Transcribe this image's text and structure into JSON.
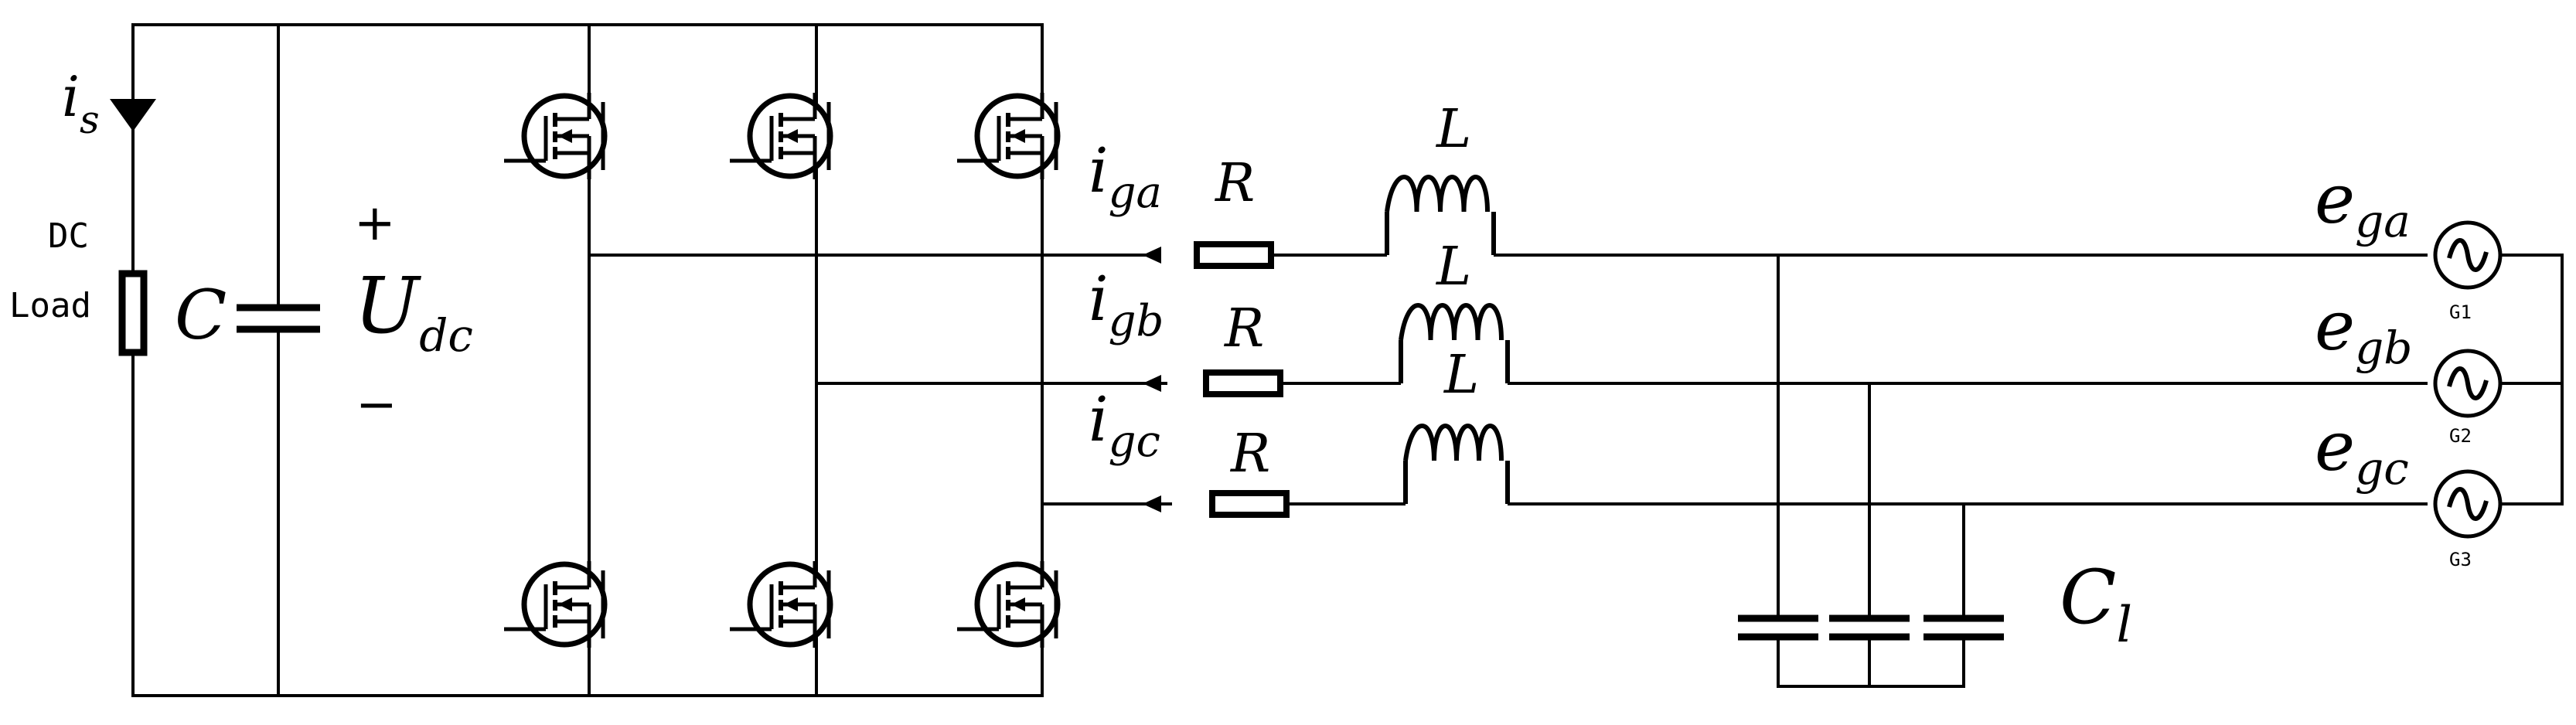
{
  "labels": {
    "source_current": {
      "main": "i",
      "sub": "s"
    },
    "load": {
      "line1": "DC",
      "line2": "Load"
    },
    "capacitor": "C",
    "dc_voltage": {
      "main": "U",
      "sub": "dc",
      "plus": "+",
      "minus": "−"
    },
    "grid_currents": [
      {
        "main": "i",
        "sub": "ga"
      },
      {
        "main": "i",
        "sub": "gb"
      },
      {
        "main": "i",
        "sub": "gc"
      }
    ],
    "resistor": "R",
    "inductor": "L",
    "grid_voltages": [
      {
        "main": "e",
        "sub": "ga"
      },
      {
        "main": "e",
        "sub": "gb"
      },
      {
        "main": "e",
        "sub": "gc"
      }
    ],
    "generators": [
      "G1",
      "G2",
      "G3"
    ],
    "filter_capacitor": {
      "main": "C",
      "sub": "l"
    }
  },
  "icons": {
    "switch": "mosfet-symbol",
    "source": "ac-source-symbol",
    "resistor": "resistor-symbol",
    "inductor": "inductor-coil-symbol",
    "capacitor": "capacitor-symbol",
    "current_source": "current-arrow-symbol"
  }
}
